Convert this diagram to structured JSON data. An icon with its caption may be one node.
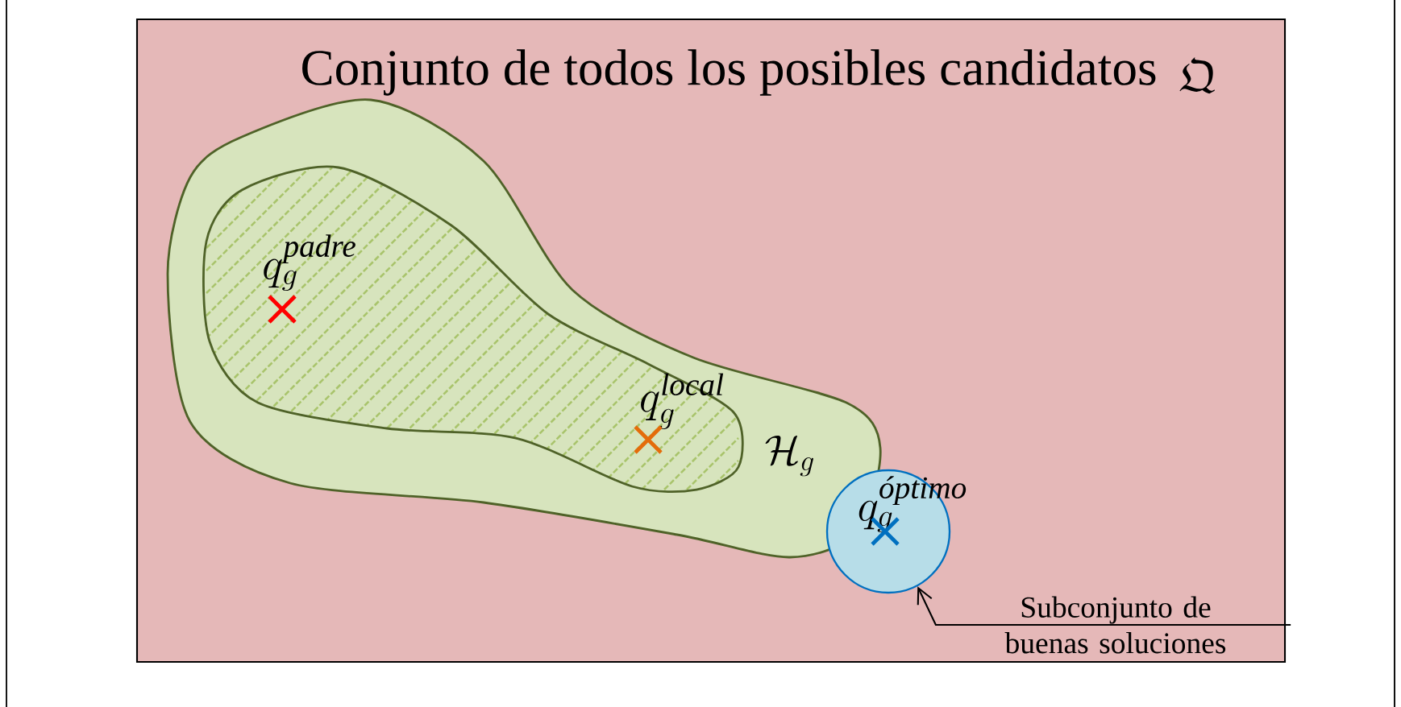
{
  "diagram": {
    "nodes": [
      {
        "text": [
          "Conjunto de todos los posibles candidatos",
          "\\mathfrak{Q}"
        ]
      },
      {
        "text": [
          "\\mathcal{H}_{g}"
        ],
        "in": 0
      },
      {
        "text": [
          "q_{g}^{\\textit{padre}}",
          "q_{g}^{\\textit{local}}"
        ],
        "in": 1
      },
      {
        "text": [
          "q_{g}^{\\textit{óptimo}}"
        ],
        "in": 0
      },
      {
        "text": [
          "Subconjunto de buenas soluciones"
        ],
        "in": 0
      }
    ],
    "edges": [
      {
        "from": 4,
        "to": 3,
        "arrow": "to"
      }
    ]
  }
}
